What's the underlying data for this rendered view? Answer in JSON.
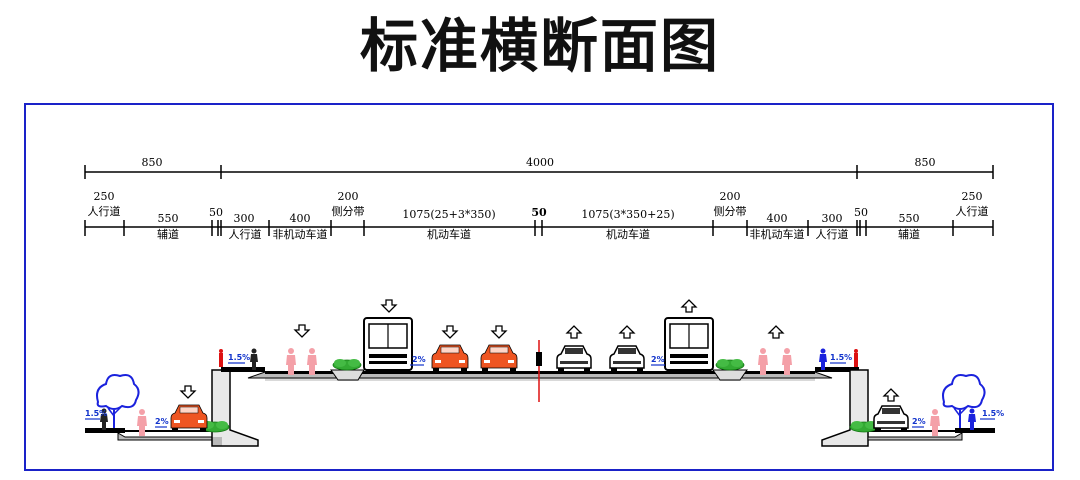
{
  "title": "标准横断面图",
  "dims_top": [
    "850",
    "4000",
    "850"
  ],
  "dims_mid": {
    "left_250": "250",
    "left_walk": "人行道",
    "left_550": "550",
    "left_50": "50",
    "left_300": "300",
    "left_400": "400",
    "left_200": "200",
    "left_divider": "侧分带",
    "left_1075": "1075(25+3*350)",
    "center_50": "50",
    "right_1075": "1075(3*350+25)",
    "right_200": "200",
    "right_divider": "侧分带",
    "right_400": "400",
    "right_300": "300",
    "right_50": "50",
    "right_550": "550",
    "right_250": "250",
    "right_walk": "人行道"
  },
  "labels": {
    "aux_road": "辅道",
    "sidewalk": "人行道",
    "non_motor": "非机动车道",
    "motor": "机动车道"
  },
  "slopes": {
    "s15": "1.5%",
    "s2": "2%"
  },
  "colors": {
    "frame": "#1a22c8",
    "orange": "#ee5522",
    "pink": "#f4a0a8",
    "tree": "#1a22dd",
    "median_line": "#dd1111"
  }
}
